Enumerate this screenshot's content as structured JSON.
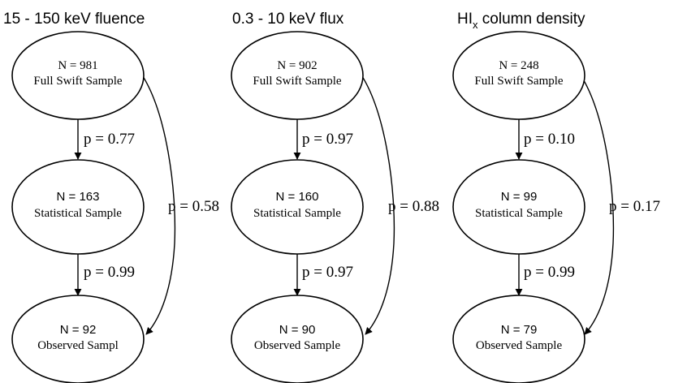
{
  "panels": [
    {
      "title": "15 - 150 keV fluence",
      "title_sub": "",
      "nodes": [
        {
          "n": "N = 981",
          "label": "Full Swift Sample"
        },
        {
          "n": "N = 163",
          "label": "Statistical Sample"
        },
        {
          "n": "N = 92",
          "label": "Observed Sampl"
        }
      ],
      "edges": {
        "top_to_mid": "p = 0.77",
        "mid_to_bottom": "p = 0.99",
        "top_to_bottom": "p = 0.58"
      }
    },
    {
      "title": "0.3 - 10 keV flux",
      "title_sub": "",
      "nodes": [
        {
          "n": "N = 902",
          "label": "Full Swift Sample"
        },
        {
          "n": "N = 160",
          "label": "Statistical Sample"
        },
        {
          "n": "N = 90",
          "label": "Observed Sample"
        }
      ],
      "edges": {
        "top_to_mid": "p = 0.97",
        "mid_to_bottom": "p = 0.97",
        "top_to_bottom": "p = 0.88"
      }
    },
    {
      "title": "HI",
      "title_sub": "x",
      "title_rest": " column density",
      "nodes": [
        {
          "n": "N = 248",
          "label": "Full Swift Sample"
        },
        {
          "n": "N = 99",
          "label": "Statistical Sample"
        },
        {
          "n": "N = 79",
          "label": "Observed Sample"
        }
      ],
      "edges": {
        "top_to_mid": "p = 0.10",
        "mid_to_bottom": "p = 0.99",
        "top_to_bottom": "p = 0.17"
      }
    }
  ]
}
